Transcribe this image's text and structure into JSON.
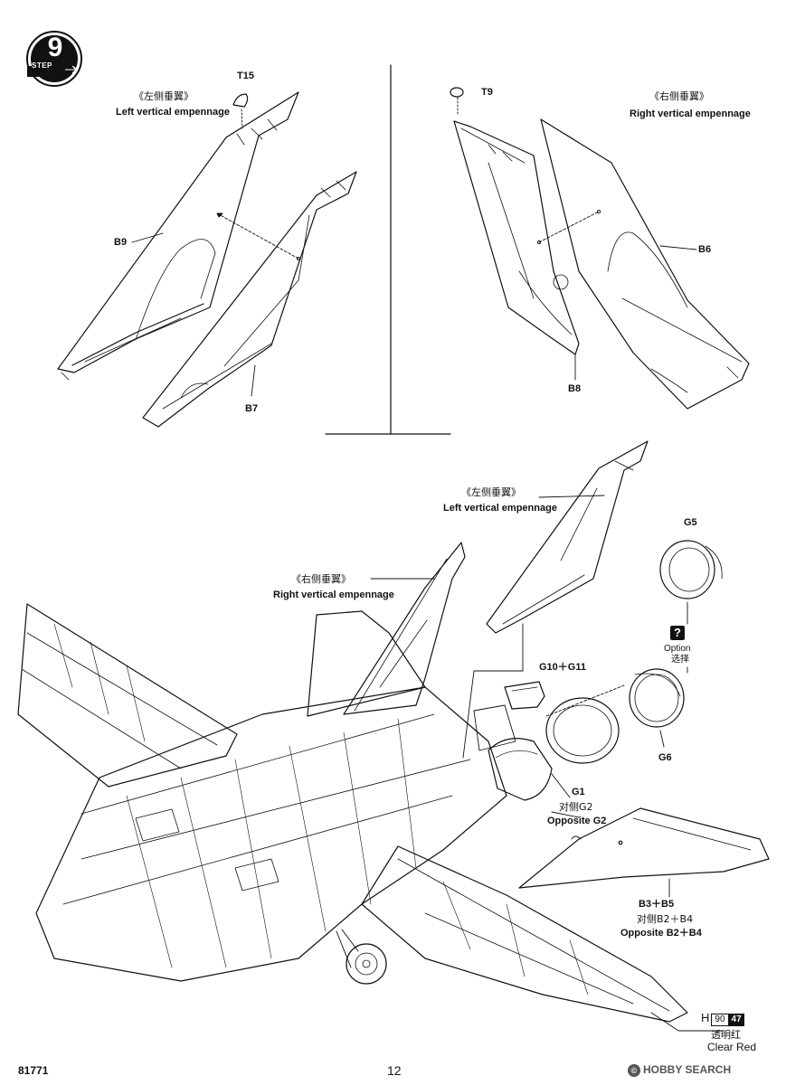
{
  "step": {
    "label": "STEP",
    "number": "9"
  },
  "labels": {
    "t15": "T15",
    "t9": "T9",
    "b9": "B9",
    "b7": "B7",
    "b6": "B6",
    "b8": "B8",
    "left_emp_top_cn": "《左侧垂翼》",
    "left_emp_top_en": "Left vertical empennage",
    "right_emp_top_cn": "《右侧垂翼》",
    "right_emp_top_en": "Right vertical empennage",
    "left_emp_lower_cn": "《左侧垂翼》",
    "left_emp_lower_en": "Left vertical empennage",
    "right_emp_lower_cn": "《右侧垂翼》",
    "right_emp_lower_en": "Right vertical empennage",
    "g5": "G5",
    "option_en": "Option",
    "option_cn": "选择",
    "g10_g11": "G10＋G11",
    "g6": "G6",
    "g1": "G1",
    "g1_opp_cn": "对侧G2",
    "g1_opp_en": "Opposite G2",
    "b3_b5": "B3＋B5",
    "b3_opp_cn": "对侧B2＋B4",
    "b3_opp_en": "Opposite B2＋B4",
    "clear_red_cn": "透明红",
    "clear_red_en": "Clear Red"
  },
  "option_icon": "question-mark-icon",
  "paint": {
    "prefix": "H",
    "code1": "90",
    "code2": "47"
  },
  "footer": {
    "kit_number": "81771",
    "page_number": "12",
    "watermark": "HOBBY SEARCH",
    "watermark_symbol": "©"
  }
}
